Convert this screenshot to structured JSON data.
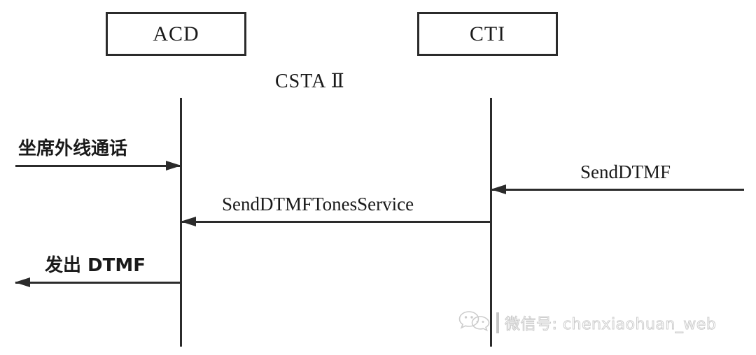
{
  "diagram": {
    "type": "sequence-diagram",
    "background_color": "#ffffff",
    "stroke_color": "#2b2b2b",
    "protocol_label": "CSTA Ⅱ",
    "actors": [
      {
        "id": "acd",
        "label": "ACD"
      },
      {
        "id": "cti",
        "label": "CTI"
      }
    ],
    "messages": [
      {
        "id": "agent-call",
        "label": "坐席外线通话",
        "direction": "right",
        "from": "external-left",
        "to": "acd"
      },
      {
        "id": "send-dtmf",
        "label": "SendDTMF",
        "direction": "left",
        "from": "external-right",
        "to": "cti"
      },
      {
        "id": "tones-service",
        "label": "SendDTMFTonesService",
        "direction": "left",
        "from": "cti",
        "to": "acd"
      },
      {
        "id": "emit-dtmf",
        "label": "发出 DTMF",
        "direction": "left",
        "from": "acd",
        "to": "external-left"
      }
    ]
  },
  "watermark": {
    "icon": "wechat-icon",
    "text": "微信号: chenxiaohuan_web"
  }
}
